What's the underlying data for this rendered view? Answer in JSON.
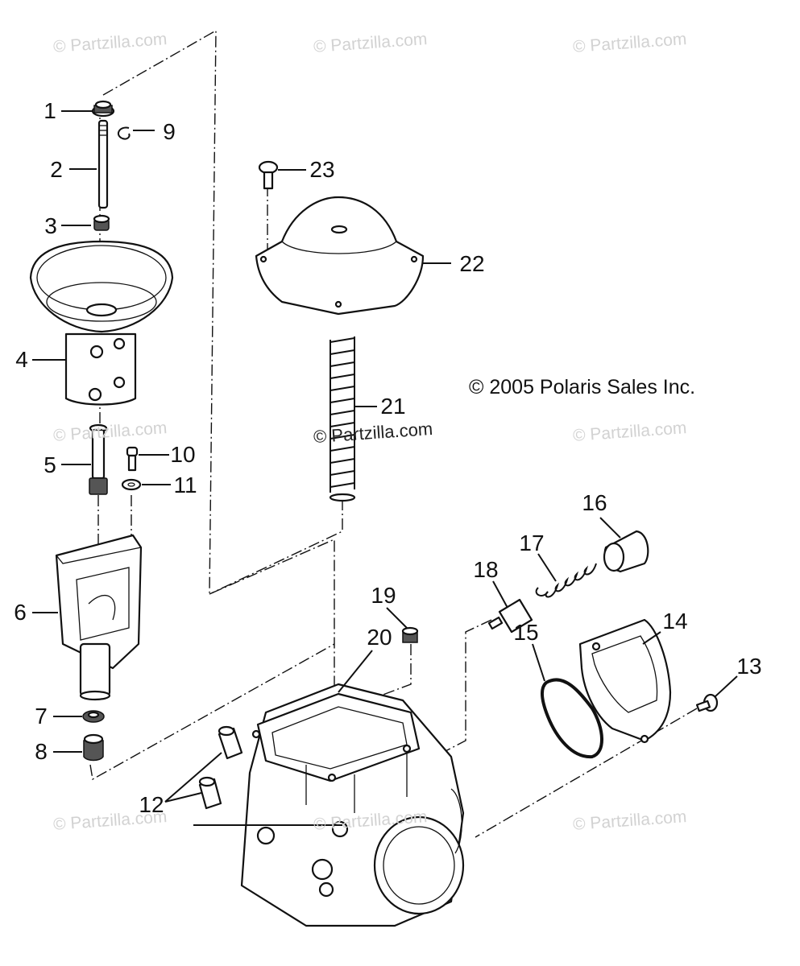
{
  "copyright": "© 2005 Polaris Sales Inc.",
  "watermark": "© Partzilla.com",
  "callouts": [
    "1",
    "2",
    "3",
    "4",
    "5",
    "6",
    "7",
    "8",
    "9",
    "10",
    "11",
    "12",
    "13",
    "14",
    "15",
    "16",
    "17",
    "18",
    "19",
    "20",
    "21",
    "22",
    "23"
  ],
  "parts": [
    {
      "callout": "1",
      "icon": "cap-nut-icon"
    },
    {
      "callout": "2",
      "icon": "jet-needle-icon"
    },
    {
      "callout": "3",
      "icon": "spacer-icon"
    },
    {
      "callout": "4",
      "icon": "diaphragm-slide-icon"
    },
    {
      "callout": "5",
      "icon": "needle-jet-holder-icon"
    },
    {
      "callout": "6",
      "icon": "throttle-valve-icon"
    },
    {
      "callout": "7",
      "icon": "washer-icon"
    },
    {
      "callout": "8",
      "icon": "jet-icon"
    },
    {
      "callout": "9",
      "icon": "e-clip-icon"
    },
    {
      "callout": "10",
      "icon": "screw-icon"
    },
    {
      "callout": "11",
      "icon": "lock-washer-icon"
    },
    {
      "callout": "12",
      "icon": "plug-icon"
    },
    {
      "callout": "13",
      "icon": "screw-icon"
    },
    {
      "callout": "14",
      "icon": "cover-icon"
    },
    {
      "callout": "15",
      "icon": "o-ring-icon"
    },
    {
      "callout": "16",
      "icon": "cap-icon"
    },
    {
      "callout": "17",
      "icon": "spring-icon"
    },
    {
      "callout": "18",
      "icon": "plunger-icon"
    },
    {
      "callout": "19",
      "icon": "jet-icon"
    },
    {
      "callout": "20",
      "icon": "carburetor-body-icon"
    },
    {
      "callout": "21",
      "icon": "spring-icon"
    },
    {
      "callout": "22",
      "icon": "top-cover-icon"
    },
    {
      "callout": "23",
      "icon": "screw-icon"
    }
  ]
}
